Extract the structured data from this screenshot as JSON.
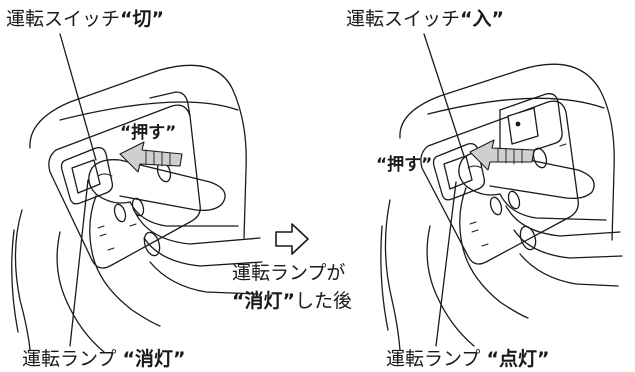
{
  "labels": {
    "left_switch": {
      "prefix": "運転スイッチ",
      "state": "“切”"
    },
    "left_push": "“押す”",
    "left_lamp": {
      "prefix": "運転ランプ ",
      "state": "“消灯”"
    },
    "right_switch": {
      "prefix": "運転スイッチ",
      "state": "“入”"
    },
    "right_push": "“押す”",
    "right_lamp": {
      "prefix": "運転ランプ ",
      "state": "“点灯”"
    },
    "middle": {
      "line1": "運転ランプが",
      "line2_state": "“消灯”",
      "line2_suffix": "した後"
    }
  },
  "colors": {
    "ink": "#1a1a1a",
    "paper": "#ffffff",
    "shade": "#cfcfcf"
  },
  "icons": {
    "next_step": "hollow-arrow-right-icon"
  }
}
